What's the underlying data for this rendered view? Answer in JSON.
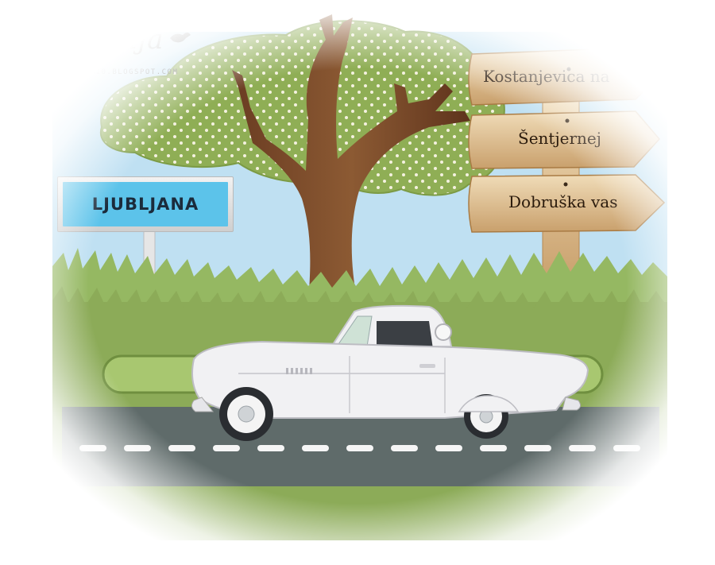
{
  "watermark": {
    "signature": "by Janja",
    "url": "JANJA10.BLOGSPOT.COM"
  },
  "city_sign": {
    "text": "LJUBLJANA"
  },
  "signpost": {
    "arrows": [
      {
        "label": "Kostanjevica na"
      },
      {
        "label": "Šentjernej"
      },
      {
        "label": "Dobruška vas"
      }
    ]
  },
  "colors": {
    "sky": "#bfe0f2",
    "foliage": "#8fae55",
    "grass": "#8cab58",
    "road": "#5f6b6a",
    "trunk": "#7a4a2a",
    "sign_blue": "#5cc3ea",
    "wood": "#d9b98a",
    "car": "#f1f1f3"
  },
  "icons": [
    "bird-icon"
  ]
}
